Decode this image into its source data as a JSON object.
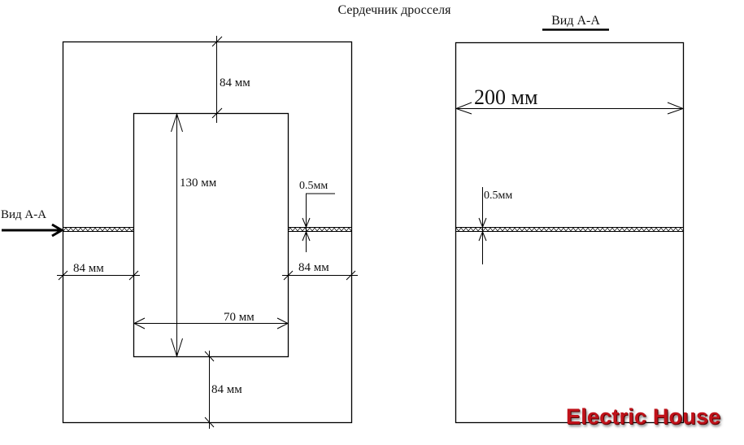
{
  "title": "Сердечник дросселя",
  "view_title": "Вид А-А",
  "view_arrow_label": "Вид А-А",
  "dimensions": {
    "top_yoke": "84 мм",
    "bottom_yoke": "84 мм",
    "left_leg": "84 мм",
    "right_leg": "84 мм",
    "window_height": "130 мм",
    "window_width": "70 мм",
    "gap_left_view": "0.5мм",
    "core_depth": "200 мм",
    "gap_side_view": "0.5мм"
  },
  "watermark": "Electric House",
  "colors": {
    "line": "#000000",
    "watermark": "#c0121a"
  }
}
